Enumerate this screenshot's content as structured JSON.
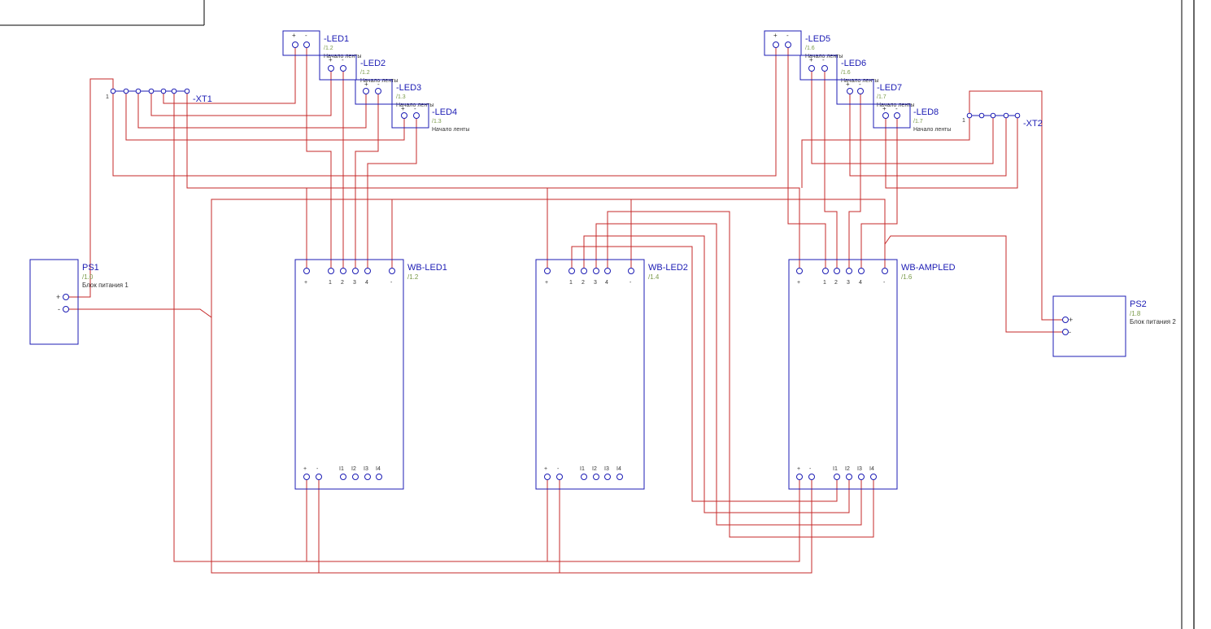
{
  "colors": {
    "wire": "#c62828",
    "component": "#1c1cb4",
    "reference": "#7a9a4a",
    "text": "#333333"
  },
  "components": {
    "ps1": {
      "name": "PS1",
      "ref": "/1.0",
      "desc": "Блок питания 1",
      "pin_plus": "+",
      "pin_minus": "-"
    },
    "ps2": {
      "name": "PS2",
      "ref": "/1.8",
      "desc": "Блок питания 2",
      "pin_plus": "+",
      "pin_minus": "-"
    },
    "xt1": {
      "name": "-XT1",
      "first": "1"
    },
    "xt2": {
      "name": "-XT2",
      "first": "1"
    },
    "leds": [
      {
        "name": "-LED1",
        "ref": "/1.2",
        "desc": "Начало ленты"
      },
      {
        "name": "-LED2",
        "ref": "/1.2",
        "desc": "Начало ленты"
      },
      {
        "name": "-LED3",
        "ref": "/1.3",
        "desc": "Начало ленты"
      },
      {
        "name": "-LED4",
        "ref": "/1.3",
        "desc": "Начало ленты"
      },
      {
        "name": "-LED5",
        "ref": "/1.6",
        "desc": "Начало ленты"
      },
      {
        "name": "-LED6",
        "ref": "/1.6",
        "desc": "Начало ленты"
      },
      {
        "name": "-LED7",
        "ref": "/1.7",
        "desc": "Начало ленты"
      },
      {
        "name": "-LED8",
        "ref": "/1.7",
        "desc": "Начало ленты"
      }
    ],
    "led_pins": [
      "+",
      "-"
    ],
    "modules": [
      {
        "name": "WB-LED1",
        "ref": "/1.2"
      },
      {
        "name": "WB-LED2",
        "ref": "/1.4"
      },
      {
        "name": "WB-AMPLED",
        "ref": "/1.6"
      }
    ],
    "module_top_pins": [
      "+",
      "1",
      "2",
      "3",
      "4",
      "-"
    ],
    "module_bottom_pins": [
      "+",
      "-",
      "I1",
      "I2",
      "I3",
      "I4"
    ]
  }
}
